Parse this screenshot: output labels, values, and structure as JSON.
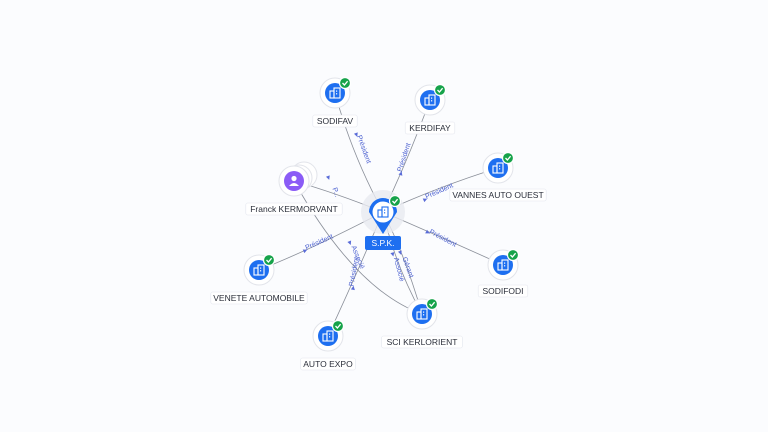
{
  "center": {
    "label": "S.P.K.",
    "type": "company",
    "verified": true
  },
  "nodes": [
    {
      "id": "sodifav",
      "label": "SODIFAV",
      "type": "company",
      "verified": true
    },
    {
      "id": "kerdifay",
      "label": "KERDIFAY",
      "type": "company",
      "verified": true
    },
    {
      "id": "vannes",
      "label": "VANNES AUTO OUEST",
      "type": "company",
      "verified": true
    },
    {
      "id": "sodifodi",
      "label": "SODIFODI",
      "type": "company",
      "verified": true
    },
    {
      "id": "kerlorient",
      "label": "SCI KERLORIENT",
      "type": "company",
      "verified": true
    },
    {
      "id": "autoexpo",
      "label": "AUTO EXPO",
      "type": "company",
      "verified": true
    },
    {
      "id": "venete",
      "label": "VENETE AUTOMOBILE",
      "type": "company",
      "verified": true
    },
    {
      "id": "franck",
      "label": "Franck KERMORVANT",
      "type": "person",
      "verified": false
    }
  ],
  "edges": [
    {
      "from": "center",
      "to": "sodifav",
      "label": "Président"
    },
    {
      "from": "center",
      "to": "kerdifay",
      "label": "Président"
    },
    {
      "from": "center",
      "to": "vannes",
      "label": "Président"
    },
    {
      "from": "center",
      "to": "sodifodi",
      "label": "Président"
    },
    {
      "from": "center",
      "to": "kerlorient",
      "label": "Gérant"
    },
    {
      "from": "center",
      "to": "kerlorient",
      "label": "Associé"
    },
    {
      "from": "center",
      "to": "autoexpo",
      "label": "Président"
    },
    {
      "from": "center",
      "to": "venete",
      "label": "Président"
    },
    {
      "from": "franck",
      "to": "center",
      "label": "P..."
    },
    {
      "from": "franck",
      "to": "kerlorient",
      "label": "Associé"
    }
  ],
  "colors": {
    "company_icon": "#1e6ff0",
    "person_icon": "#8b5cf6",
    "verified_badge": "#16a34a",
    "edge_label": "#4a5fd0",
    "edge_line": "#8a8f99"
  },
  "icons": {
    "company": "building-icon",
    "person": "user-icon",
    "verified": "check-badge-icon"
  }
}
